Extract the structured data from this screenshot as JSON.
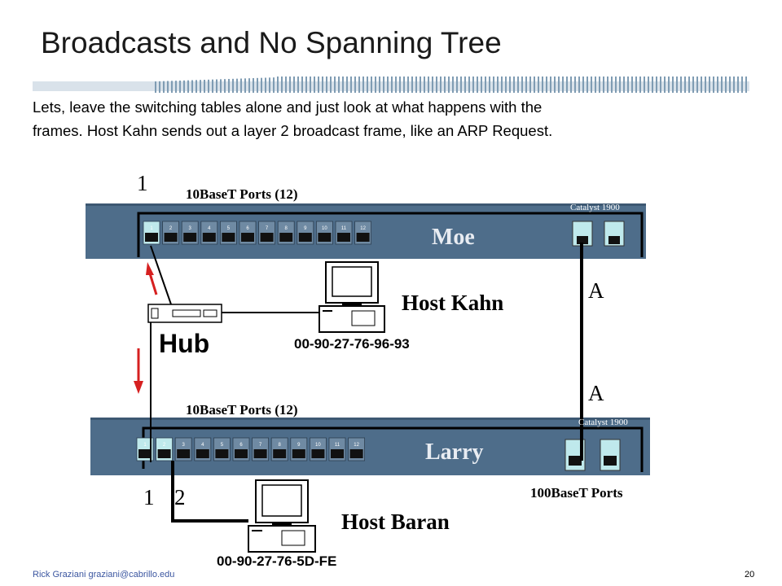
{
  "slide": {
    "title": "Broadcasts and No Spanning Tree",
    "intro_line1": "Lets, leave the switching tables alone and just look at what happens with the",
    "intro_line2": "frames.   Host Kahn sends out a layer 2 broadcast frame, like an ARP Request.",
    "footer_author": "Rick Graziani  graziani@cabrillo.edu",
    "page_number": "20"
  },
  "colors": {
    "switch_body": "#4e6d8a",
    "arrow": "#d62020",
    "stripe": "#7f9cb3"
  },
  "switch_moe": {
    "label": "Moe",
    "model": "Catalyst 1900",
    "ports_label": "10BaseT Ports  (12)",
    "port_numbers": [
      "1",
      "2",
      "3",
      "4",
      "5",
      "6",
      "7",
      "8",
      "9",
      "10",
      "11",
      "12"
    ],
    "port_marker": "1",
    "uplink_marker": "A"
  },
  "switch_larry": {
    "label": "Larry",
    "model": "Catalyst 1900",
    "ports_label": "10BaseT Ports  (12)",
    "port_numbers": [
      "1",
      "2",
      "3",
      "4",
      "5",
      "6",
      "7",
      "8",
      "9",
      "10",
      "11",
      "12"
    ],
    "port_marker_1": "1",
    "port_marker_2": "2",
    "uplink_marker": "A",
    "uplink_ports_label": "100BaseT Ports"
  },
  "host_kahn": {
    "label": "Host Kahn",
    "mac": "00-90-27-76-96-93"
  },
  "host_baran": {
    "label": "Host Baran",
    "mac": "00-90-27-76-5D-FE"
  },
  "hub": {
    "label": "Hub"
  }
}
